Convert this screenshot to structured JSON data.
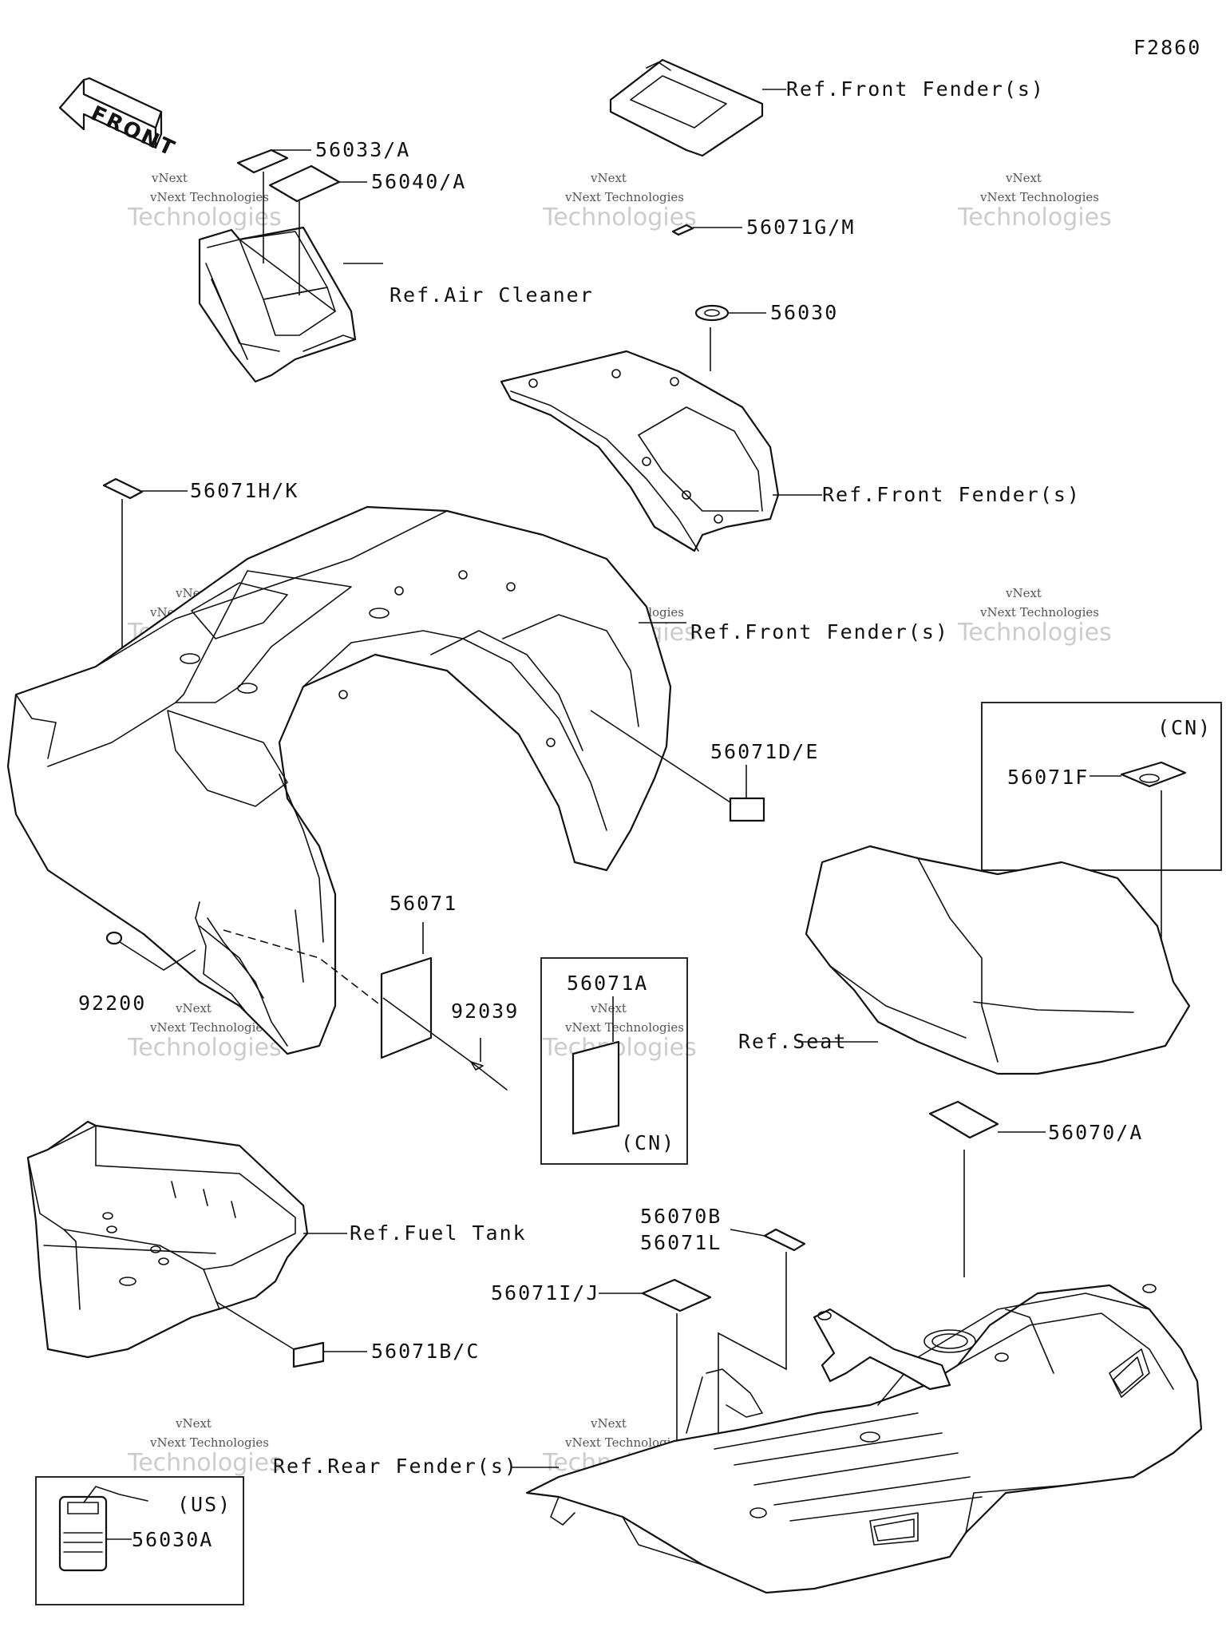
{
  "diagram_code": "F2860",
  "front_arrow_text": "FRONT",
  "watermark": {
    "line1": "vNext Technologies",
    "line2": "Technologies",
    "badge": "vNext"
  },
  "labels": {
    "ref_front_fender_top": "Ref.Front Fender(s)",
    "p56033a": "56033/A",
    "p56040a": "56040/A",
    "ref_air_cleaner": "Ref.Air Cleaner",
    "p56071gm": "56071G/M",
    "p56030": "56030",
    "ref_front_fender_mid": "Ref.Front Fender(s)",
    "p56071hk": "56071H/K",
    "ref_front_fender_main": "Ref.Front Fender(s)",
    "p56071de": "56071D/E",
    "cn_top": "(CN)",
    "p56071f": "56071F",
    "p56071": "56071",
    "p92200": "92200",
    "p92039": "92039",
    "p56071a": "56071A",
    "cn_mid": "(CN)",
    "ref_seat": "Ref.Seat",
    "p56070a": "56070/A",
    "ref_fuel_tank": "Ref.Fuel Tank",
    "p56070b": "56070B",
    "p56071l": "56071L",
    "p56071ij": "56071I/J",
    "p56071bc": "56071B/C",
    "ref_rear_fender": "Ref.Rear Fender(s)",
    "us": "(US)",
    "p56030a": "56030A"
  }
}
